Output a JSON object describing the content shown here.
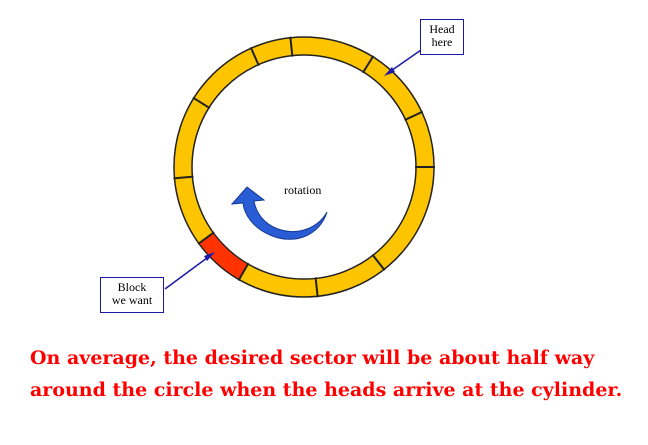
{
  "labels": {
    "head": [
      "Head",
      "here"
    ],
    "block": [
      "Block",
      "we want"
    ],
    "rotation": "rotation"
  },
  "caption": "On average, the desired sector will be about half way around the circle when the heads arrive at the cylinder.",
  "colors": {
    "track": "#fdc400",
    "track_outline": "#222222",
    "block_sector": "#ff3300",
    "arrow_fill": "#2a5cd6",
    "callout_border": "#1a1aa6",
    "caption": "#ff0000"
  },
  "icons": {
    "rotation": "curved-arrow-icon"
  }
}
